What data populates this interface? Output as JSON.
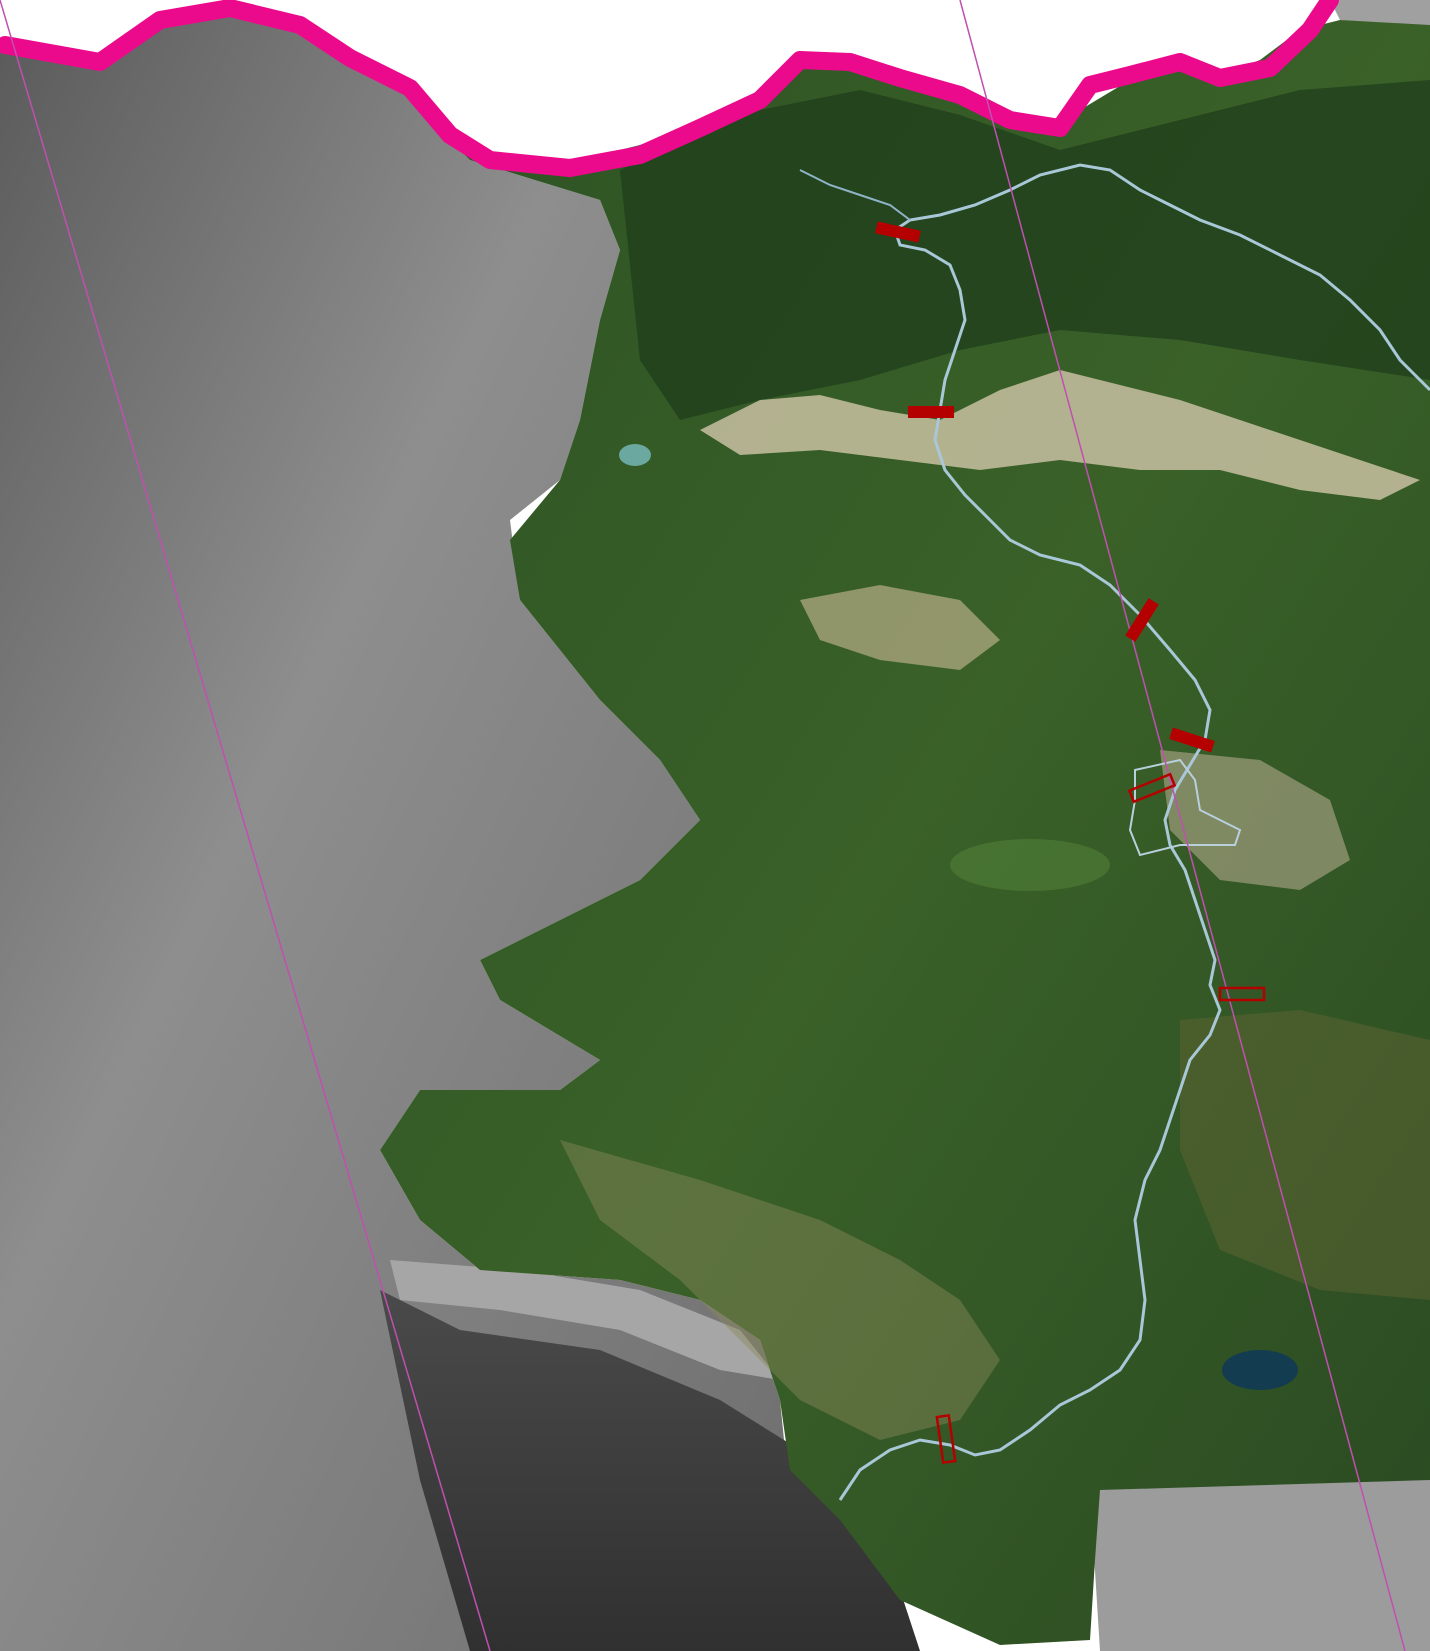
{
  "map": {
    "colors": {
      "background": "#ffffff",
      "boundary": "#ec0a8c",
      "grid_line": "#c050b0",
      "river": "#a8c8d8",
      "marker": "#b40000",
      "sea": "#3c3c3c",
      "gray_land": "#8c8c8c",
      "forest": "#2f5a26",
      "forest_dark": "#1e3c1a",
      "bare_rock": "#c8c0a0",
      "lake": "#143c50"
    },
    "layers": [
      "grayscale-imagery",
      "color-imagery",
      "river",
      "boundary",
      "grid-lines",
      "markers"
    ],
    "markers": [
      {
        "id": "marker-1",
        "style": "filled"
      },
      {
        "id": "marker-2",
        "style": "filled"
      },
      {
        "id": "marker-3",
        "style": "filled"
      },
      {
        "id": "marker-4",
        "style": "filled"
      },
      {
        "id": "marker-5",
        "style": "outline"
      },
      {
        "id": "marker-6",
        "style": "outline"
      },
      {
        "id": "marker-7",
        "style": "outline"
      }
    ]
  }
}
